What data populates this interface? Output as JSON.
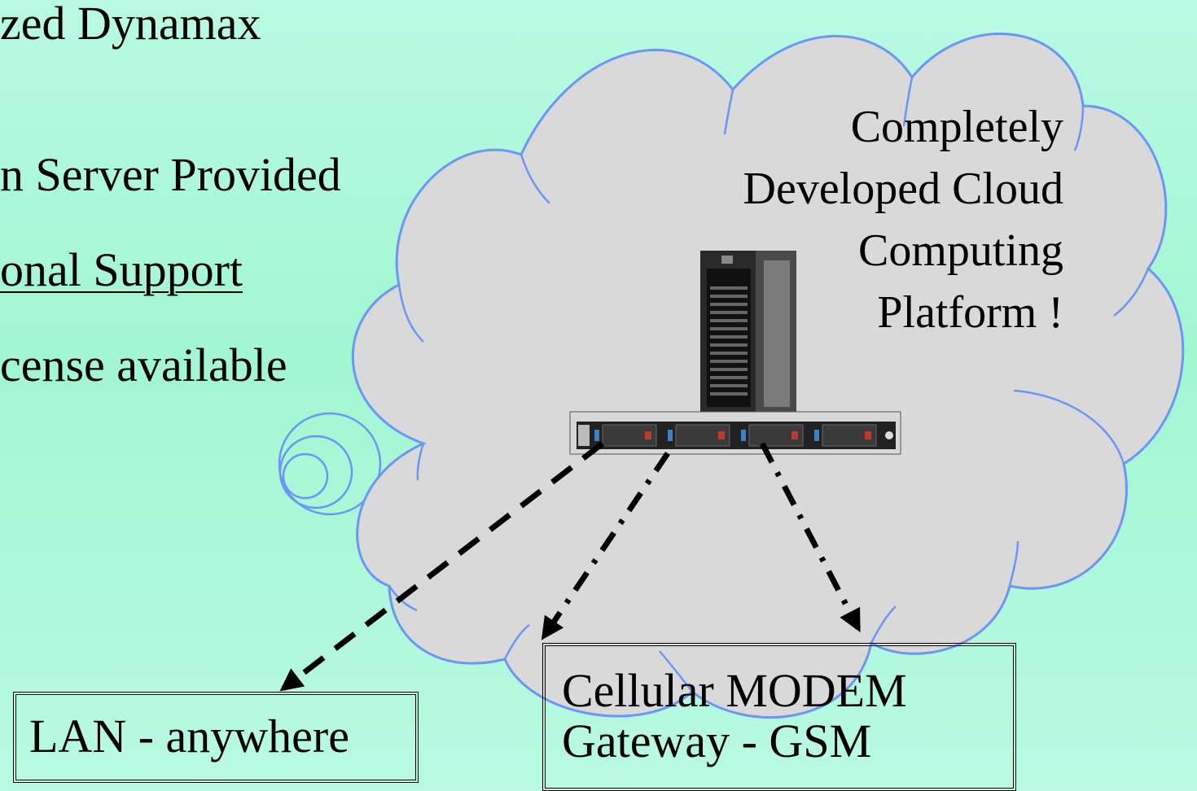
{
  "bullets": [
    "zed Dynamax",
    "n Server Provided",
    "onal Support",
    "cense available"
  ],
  "cloud": {
    "label_lines": [
      "Completely",
      "Developed Cloud",
      "Computing",
      "Platform !"
    ],
    "outline_color": "#6b96f5",
    "fill_color": "#d9d9d9"
  },
  "server": {
    "tower_icon": "server-tower-icon",
    "rack_icon": "rack-server-icon"
  },
  "connections": [
    {
      "target": "lan",
      "style": "dashed"
    },
    {
      "target": "modem",
      "style": "dash-dot"
    },
    {
      "target": "gsm",
      "style": "dash-dot"
    }
  ],
  "boxes": {
    "lan": {
      "lines": [
        "LAN - anywhere"
      ]
    },
    "modem": {
      "lines": [
        "Cellular MODEM",
        "Gateway - GSM"
      ]
    }
  }
}
